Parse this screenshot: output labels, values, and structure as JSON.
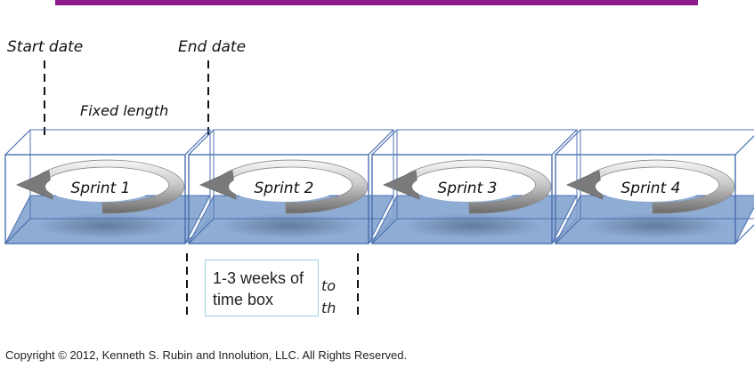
{
  "colors": {
    "top_bar": "#8b1c8e",
    "box_edge": "#4a6fb0",
    "box_floor": "#7b9dcc",
    "arrow_light": "#f2f2f2",
    "arrow_dark": "#6f6f6f",
    "note_border": "#9fd0dc"
  },
  "labels": {
    "start_date": "Start date",
    "end_date": "End date",
    "fixed_length": "Fixed length"
  },
  "sprints": [
    {
      "label": "Sprint 1"
    },
    {
      "label": "Sprint 2"
    },
    {
      "label": "Sprint 3"
    },
    {
      "label": "Sprint 4"
    }
  ],
  "note": {
    "line1": "1-3 weeks of",
    "line2": "time box",
    "peek_right_top": "to",
    "peek_right_bottom": "th"
  },
  "footer": {
    "copyright": "Copyright © 2012, Kenneth S. Rubin and Innolution, LLC. All Rights Reserved."
  }
}
